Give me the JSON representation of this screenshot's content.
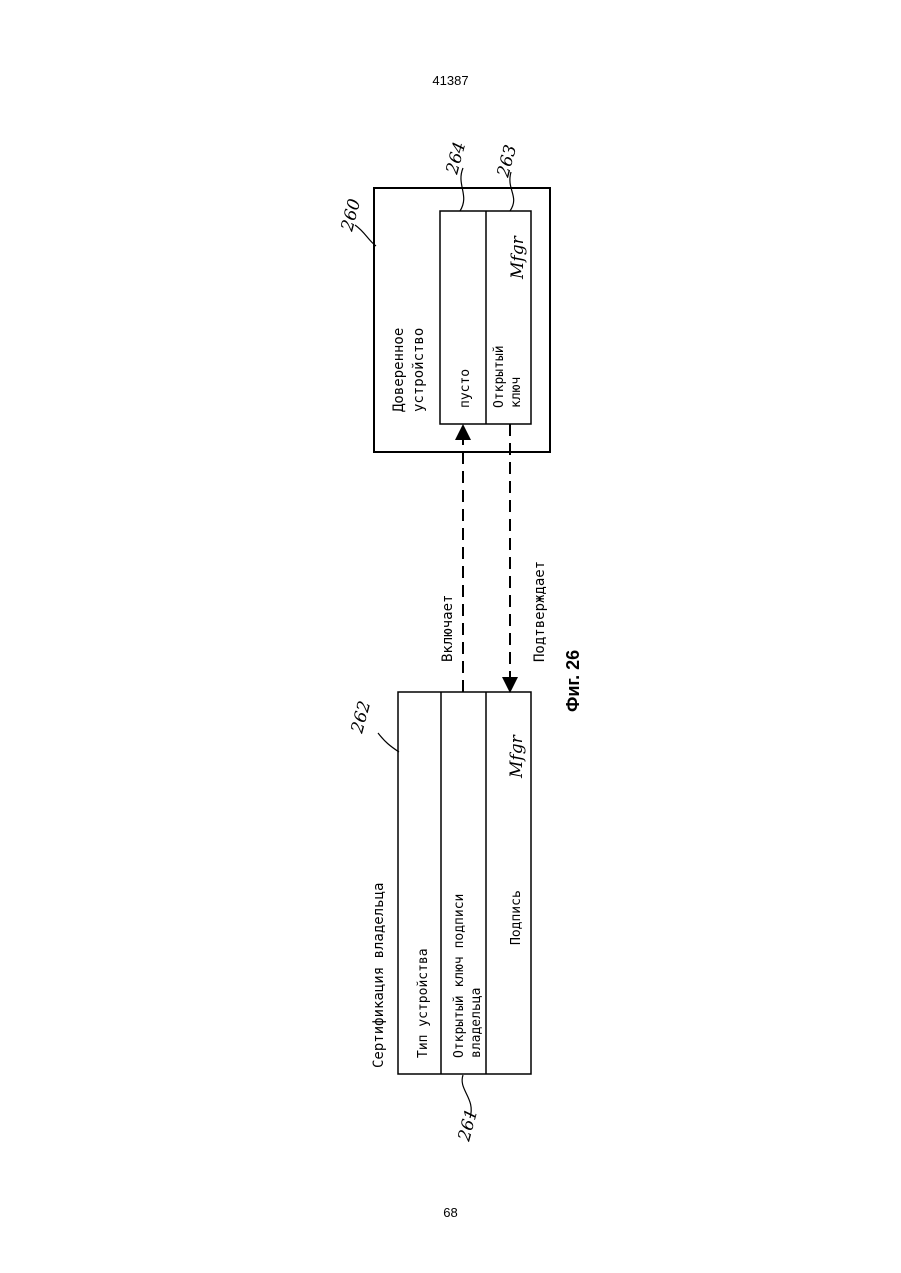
{
  "header": {
    "doc_number": "41387"
  },
  "footer": {
    "page_number": "68"
  },
  "figure": {
    "caption": "Фиг. 26"
  },
  "trusted_device": {
    "ref": "260",
    "title_line1": "Доверенное",
    "title_line2": "устройство",
    "field_empty": {
      "ref": "264",
      "label": "пусто"
    },
    "field_public_key": {
      "ref": "263",
      "label_line1": "Открытый",
      "label_line2": "ключ",
      "signature": "Mfgr"
    }
  },
  "owner_certificate": {
    "ref": "262",
    "title": "Сертификация владельца",
    "rows_ref": "261",
    "row_device_type": "Тип устройства",
    "row_owner_key_line1": "Открытый ключ подписи",
    "row_owner_key_line2": "владельца",
    "row_signature": "Подпись",
    "signature_mark": "Mfgr"
  },
  "arrows": {
    "includes": "Включает",
    "confirms": "Подтверждает"
  }
}
